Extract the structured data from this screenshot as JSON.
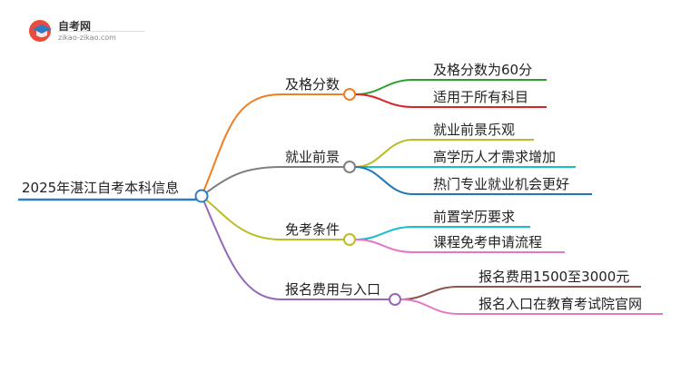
{
  "logo": {
    "title": "自考网",
    "subtitle": "zikao-zikao.com"
  },
  "root": {
    "label": "2025年湛江自考本科信息",
    "color": "#2e7cc4"
  },
  "branches": [
    {
      "key": "pass",
      "label": "及格分数",
      "color": "#f07f22",
      "children": [
        {
          "label": "及格分数为60分",
          "color": "#2ca02c"
        },
        {
          "label": "适用于所有科目",
          "color": "#d62728"
        }
      ]
    },
    {
      "key": "employment",
      "label": "就业前景",
      "color": "#7f7f7f",
      "children": [
        {
          "label": "就业前景乐观",
          "color": "#bcbd22"
        },
        {
          "label": "高学历人才需求增加",
          "color": "#17becf"
        },
        {
          "label": "热门专业就业机会更好",
          "color": "#1f77b4"
        }
      ]
    },
    {
      "key": "exemption",
      "label": "免考条件",
      "color": "#bcbd22",
      "children": [
        {
          "label": "前置学历要求",
          "color": "#17becf"
        },
        {
          "label": "课程免考申请流程",
          "color": "#e377c2"
        }
      ]
    },
    {
      "key": "fees",
      "label": "报名费用与入口",
      "color": "#9467bd",
      "children": [
        {
          "label": "报名费用1500至3000元",
          "color": "#8c564b"
        },
        {
          "label": "报名入口在教育考试院官网",
          "color": "#e377c2"
        }
      ]
    }
  ]
}
